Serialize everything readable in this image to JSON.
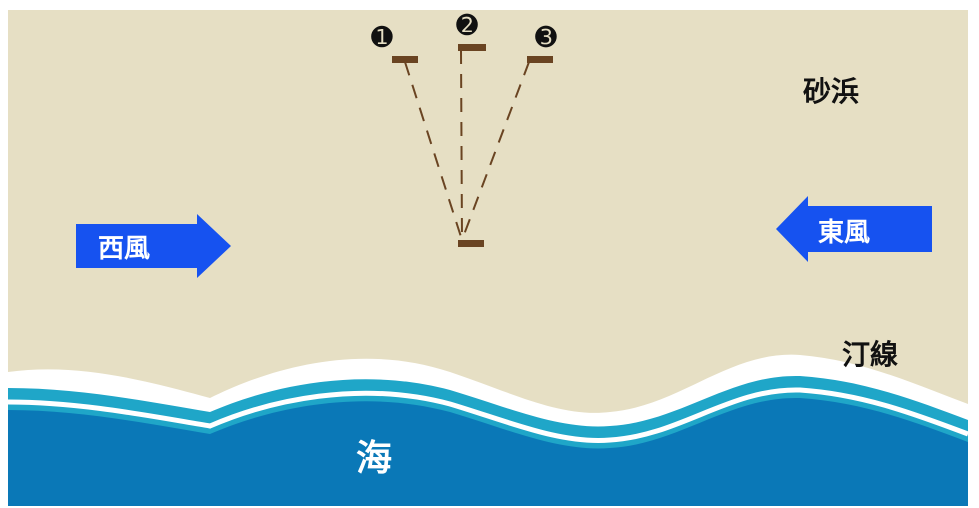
{
  "colors": {
    "sand": "#e6dfc4",
    "sea": "#0a78b7",
    "sea_band": "#1fa6c8",
    "foam": "#ffffff",
    "stake": "#6a4422",
    "wind_arrow": "#1652f0",
    "text_dark": "#111111",
    "text_light": "#ffffff"
  },
  "labels": {
    "beach": "砂浜",
    "shoreline": "汀線",
    "sea": "海",
    "west_wind": "西風",
    "east_wind": "東風"
  },
  "markers": [
    "➊",
    "➋",
    "➌"
  ]
}
